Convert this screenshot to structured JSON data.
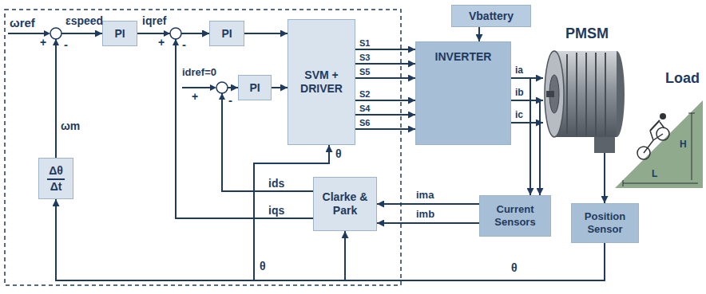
{
  "diagram": {
    "nodes": [
      {
        "text": [
          "PI"
        ]
      },
      {
        "text": [
          "PI"
        ]
      },
      {
        "text": [
          "PI"
        ]
      },
      {
        "text": [
          "SVM + DRIVER"
        ]
      },
      {
        "text": [
          "Vbattery"
        ]
      },
      {
        "text": [
          "INVERTER"
        ]
      },
      {
        "text": [
          "PMSM"
        ]
      },
      {
        "text": [
          "Load"
        ]
      },
      {
        "text": [
          "Clarke & Park"
        ]
      },
      {
        "text": [
          "Current Sensors"
        ]
      },
      {
        "text": [
          "Position Sensor"
        ]
      },
      {
        "text": [
          "Δθ",
          "Δt"
        ]
      }
    ],
    "edges": [
      {
        "from": 11,
        "to": 0,
        "arrow": "to"
      },
      {
        "from": 0,
        "to": 1,
        "arrow": "to"
      },
      {
        "from": 1,
        "to": 3,
        "arrow": "to"
      },
      {
        "from": 2,
        "to": 3,
        "arrow": "to"
      },
      {
        "from": 4,
        "to": 5,
        "arrow": "to"
      },
      {
        "from": 3,
        "to": 5,
        "label": "S1",
        "arrow": "to"
      },
      {
        "from": 3,
        "to": 5,
        "label": "S3",
        "arrow": "to"
      },
      {
        "from": 3,
        "to": 5,
        "label": "S5",
        "arrow": "to"
      },
      {
        "from": 3,
        "to": 5,
        "label": "S2",
        "arrow": "to"
      },
      {
        "from": 3,
        "to": 5,
        "label": "S4",
        "arrow": "to"
      },
      {
        "from": 3,
        "to": 5,
        "label": "S6",
        "arrow": "to"
      },
      {
        "from": 5,
        "to": 6,
        "label": "ia",
        "arrow": "to"
      },
      {
        "from": 5,
        "to": 6,
        "label": "ib",
        "arrow": "to"
      },
      {
        "from": 5,
        "to": 6,
        "label": "ic",
        "arrow": "to"
      },
      {
        "from": 5,
        "to": 9,
        "arrow": "to"
      },
      {
        "from": 5,
        "to": 9,
        "arrow": "to"
      },
      {
        "from": 9,
        "to": 8,
        "label": "ima",
        "arrow": "to"
      },
      {
        "from": 9,
        "to": 8,
        "label": "imb",
        "arrow": "to"
      },
      {
        "from": 8,
        "to": 2,
        "arrow": "to"
      },
      {
        "from": 8,
        "to": 1,
        "arrow": "to"
      },
      {
        "from": 6,
        "to": 10,
        "arrow": "to"
      },
      {
        "from": 10,
        "to": 11,
        "arrow": "to"
      },
      {
        "from": 10,
        "to": 3,
        "arrow": "to"
      },
      {
        "from": 10,
        "to": 8,
        "arrow": "to"
      }
    ],
    "labels": [
      "ωref",
      "εspeed",
      "+",
      "-",
      "iqref",
      "+",
      "-",
      "idref=0",
      "+",
      "-",
      "θ",
      "ids",
      "iqs",
      "θ",
      "θ",
      "ωm",
      "H",
      "L"
    ]
  }
}
